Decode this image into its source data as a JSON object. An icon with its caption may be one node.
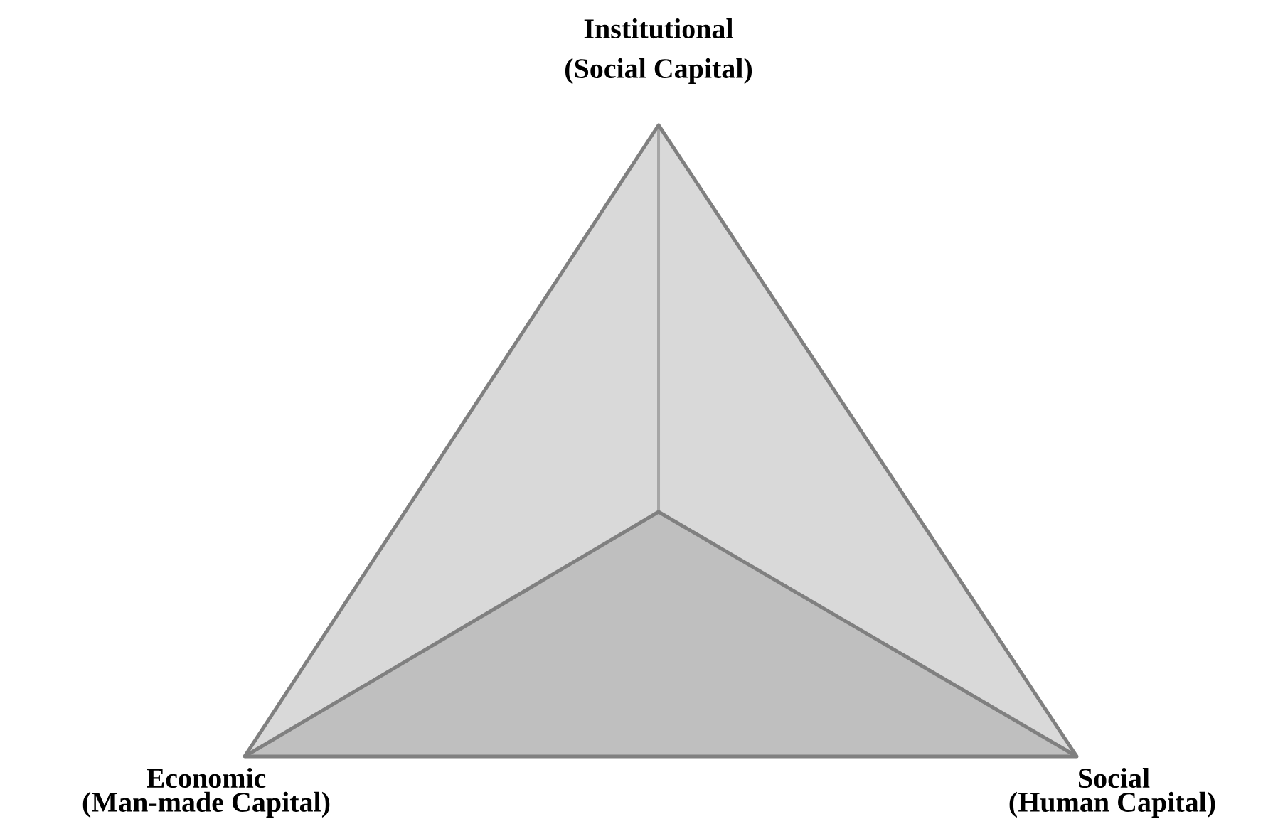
{
  "diagram": {
    "labels": [
      "Institutional",
      "(Social Capital)",
      "Economic",
      "(Man-made Capital)",
      "Social",
      "(Human Capital)"
    ]
  }
}
